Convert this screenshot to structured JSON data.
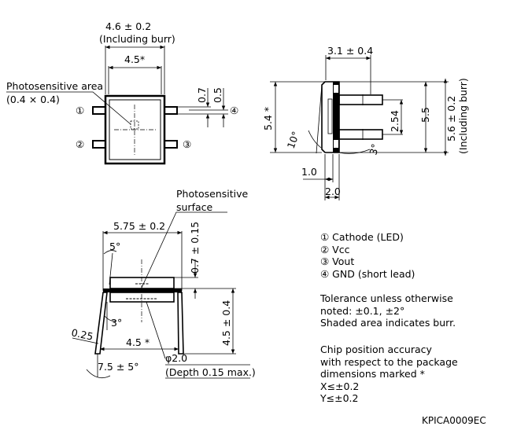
{
  "top_view": {
    "width_dim": "4.6 ± 0.2",
    "width_note": "(Including burr)",
    "inner_dim": "4.5*",
    "area_label": "Photosensitive area",
    "area_size": "(0.4 × 0.4)",
    "lead_w": "0.7",
    "lead_pitch": "0.5",
    "pin1": "①",
    "pin2": "②",
    "pin3": "③",
    "pin4": "④"
  },
  "side_view": {
    "top_dim": "3.1 ± 0.4",
    "height_dim": "5.4 *",
    "pitch_dim": "2.54",
    "span_dim": "5.5",
    "total_dim": "5.6 ± 0.2",
    "total_note": "(Including burr)",
    "angle_left": "10°",
    "angle_right": "3°",
    "lead_dim": "1.0",
    "body_dim": "2.0"
  },
  "front_view": {
    "surface_label_1": "Photosensitive",
    "surface_label_2": "surface",
    "width_dim": "5.75 ± 0.2",
    "angle_top": "5°",
    "depth_dim": "0.7 ± 0.15",
    "height_dim": "4.5 ± 0.4",
    "angle_inner": "3°",
    "lead_t": "0.25",
    "inner_dim": "4.5 *",
    "lead_span": "7.5 ± 5°",
    "hole_dim": "φ2.0",
    "hole_note": "(Depth 0.15 max.)"
  },
  "legend": {
    "pins": [
      "① Cathode (LED)",
      "② Vcc",
      "③ Vout",
      "④ GND (short lead)"
    ],
    "tolerance": [
      "Tolerance unless otherwise",
      "noted: ±0.1, ±2°",
      "Shaded area indicates burr."
    ],
    "chip": [
      "Chip position accuracy",
      "with respect to the package",
      "dimensions marked *",
      "X≤±0.2",
      "Y≤±0.2"
    ]
  },
  "code": "KPICA0009EC"
}
